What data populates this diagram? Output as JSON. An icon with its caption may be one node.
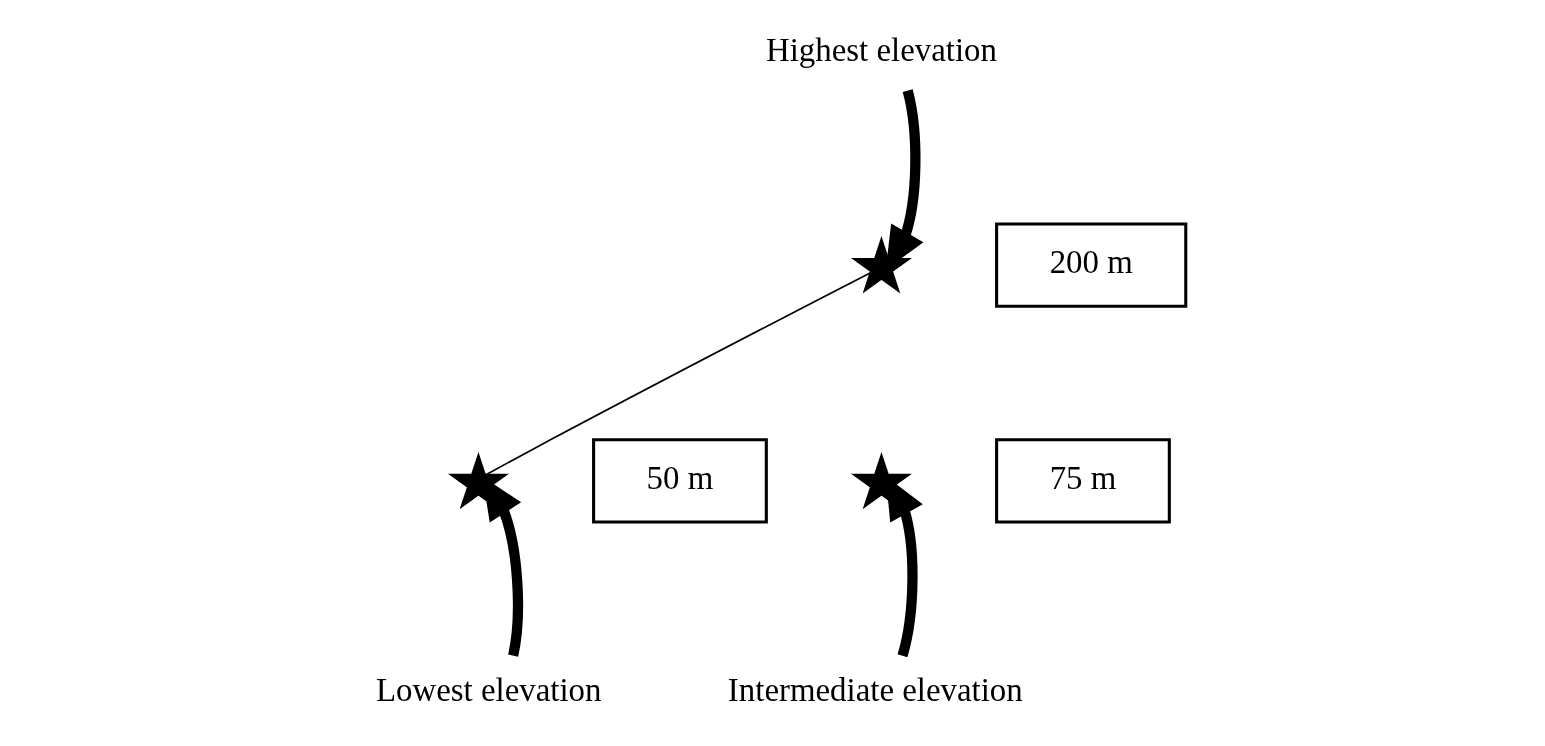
{
  "diagram": {
    "nodes": [
      {
        "text": [
          "Highest elevation"
        ]
      },
      {
        "text": [],
        "shape": "star"
      },
      {
        "text": [
          "200 m"
        ]
      },
      {
        "text": [],
        "shape": "star"
      },
      {
        "text": [
          "75 m"
        ]
      },
      {
        "text": [],
        "shape": "star"
      },
      {
        "text": [
          "50 m"
        ]
      },
      {
        "text": [
          "Intermediate elevation"
        ]
      },
      {
        "text": [
          "Lowest elevation"
        ]
      }
    ],
    "edges": [
      {
        "from": 0,
        "to": 1,
        "arrow": "to"
      },
      {
        "from": 5,
        "to": 1,
        "arrow": "none"
      },
      {
        "from": 7,
        "to": 3,
        "arrow": "to"
      },
      {
        "from": 8,
        "to": 5,
        "arrow": "to"
      }
    ]
  }
}
